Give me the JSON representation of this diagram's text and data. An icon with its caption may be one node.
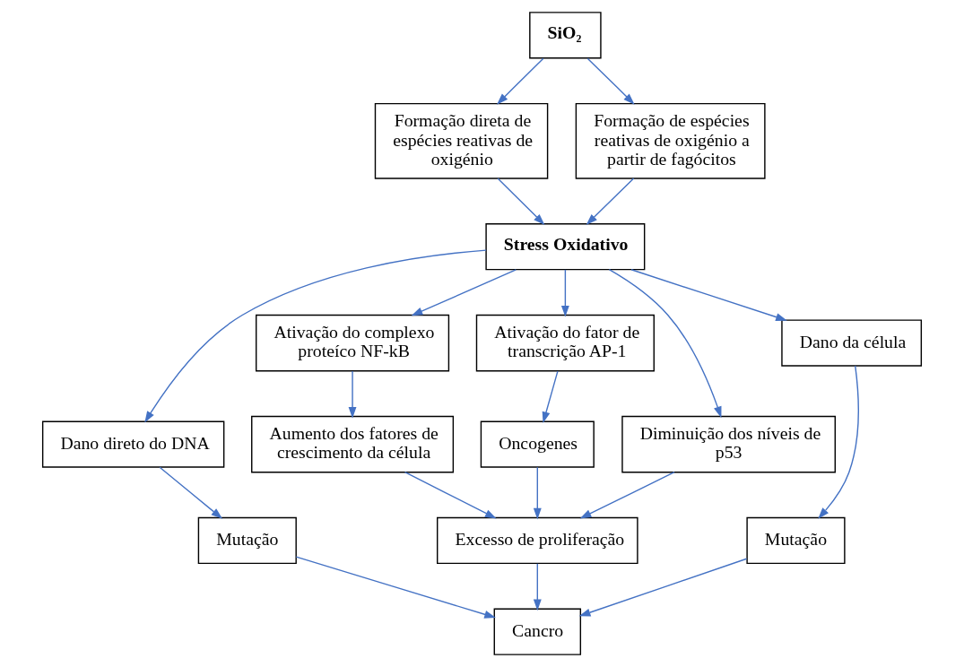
{
  "diagram": {
    "nodes": [
      {
        "text": [
          "SiO₂"
        ]
      },
      {
        "text": [
          "Formação direta de espécies reativas de oxigénio"
        ]
      },
      {
        "text": [
          "Formação de espécies reativas de oxigénio a partir de fagócitos"
        ]
      },
      {
        "text": [
          "Stress Oxidativo"
        ]
      },
      {
        "text": [
          "Dano direto do DNA"
        ]
      },
      {
        "text": [
          "Ativação do complexo proteíco NF-kB"
        ]
      },
      {
        "text": [
          "Ativação do fator de transcrição AP-1"
        ]
      },
      {
        "text": [
          "Diminuição dos níveis de p53"
        ]
      },
      {
        "text": [
          "Dano da célula"
        ]
      },
      {
        "text": [
          "Aumento dos fatores de crescimento da célula"
        ]
      },
      {
        "text": [
          "Oncogenes"
        ]
      },
      {
        "text": [
          "Mutação"
        ]
      },
      {
        "text": [
          "Excesso de proliferação"
        ]
      },
      {
        "text": [
          "Mutação"
        ]
      },
      {
        "text": [
          "Cancro"
        ]
      }
    ],
    "edges": [
      {
        "from": 0,
        "to": 1,
        "arrow": "to"
      },
      {
        "from": 0,
        "to": 2,
        "arrow": "to"
      },
      {
        "from": 1,
        "to": 3,
        "arrow": "to"
      },
      {
        "from": 2,
        "to": 3,
        "arrow": "to"
      },
      {
        "from": 3,
        "to": 4,
        "arrow": "to"
      },
      {
        "from": 3,
        "to": 5,
        "arrow": "to"
      },
      {
        "from": 3,
        "to": 6,
        "arrow": "to"
      },
      {
        "from": 3,
        "to": 7,
        "arrow": "to"
      },
      {
        "from": 3,
        "to": 8,
        "arrow": "to"
      },
      {
        "from": 4,
        "to": 11,
        "arrow": "to"
      },
      {
        "from": 5,
        "to": 9,
        "arrow": "to"
      },
      {
        "from": 6,
        "to": 10,
        "arrow": "to"
      },
      {
        "from": 7,
        "to": 12,
        "arrow": "to"
      },
      {
        "from": 8,
        "to": 13,
        "arrow": "to"
      },
      {
        "from": 9,
        "to": 12,
        "arrow": "to"
      },
      {
        "from": 10,
        "to": 12,
        "arrow": "to"
      },
      {
        "from": 11,
        "to": 14,
        "arrow": "to"
      },
      {
        "from": 12,
        "to": 14,
        "arrow": "to"
      },
      {
        "from": 13,
        "to": 14,
        "arrow": "to"
      }
    ]
  }
}
